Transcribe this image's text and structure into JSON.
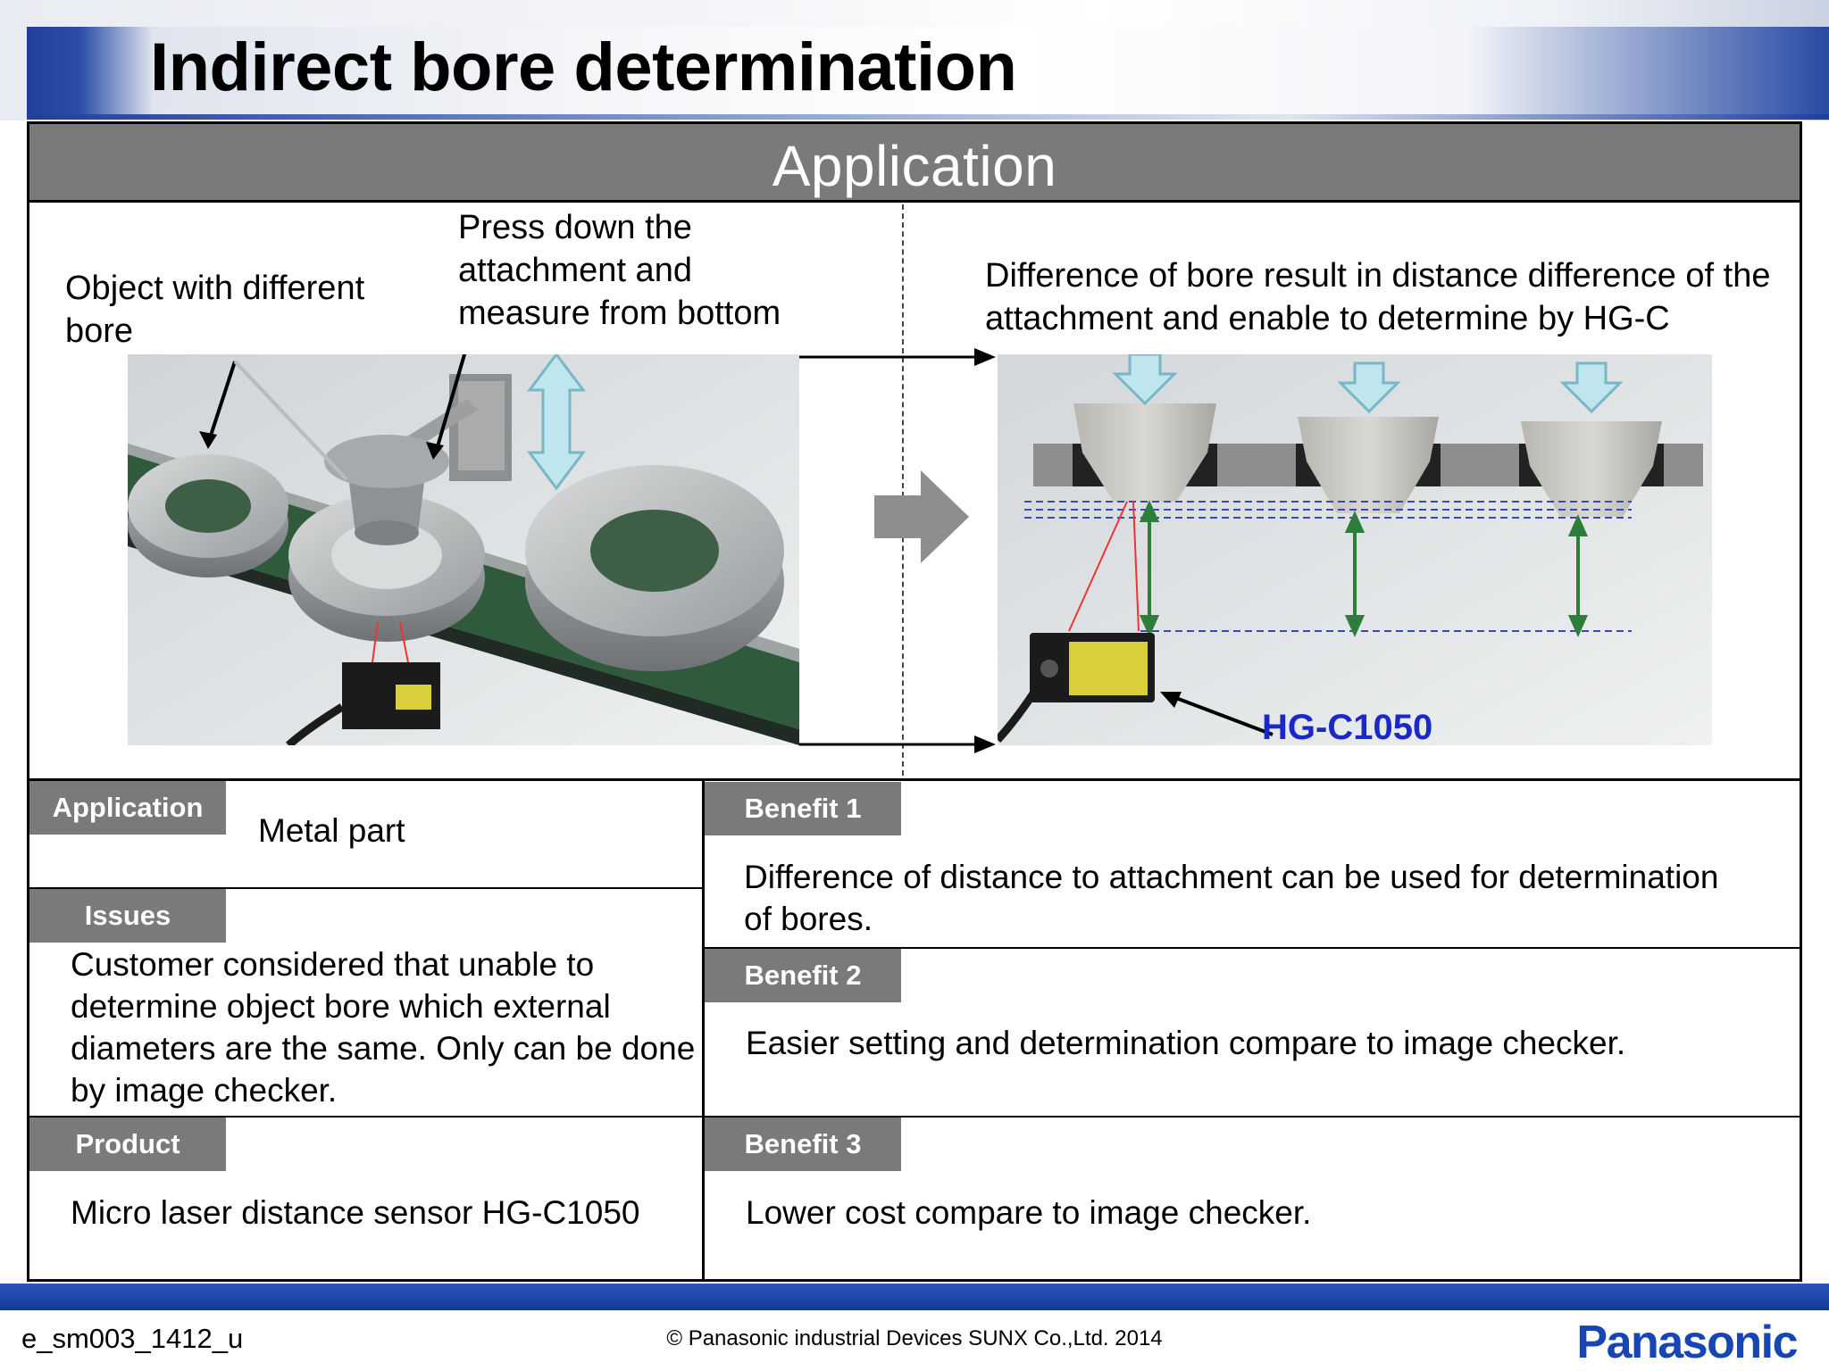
{
  "title": "Indirect bore determination",
  "section_header": "Application",
  "captions": {
    "object": "Object with different bore",
    "press": "Press down the attachment and measure from bottom",
    "difference": "Difference of bore result in distance difference of the attachment and enable to determine by HG-C"
  },
  "model_label": "HG-C1050",
  "grid": {
    "application": {
      "tag": "Application",
      "text": "Metal part"
    },
    "issues": {
      "tag": "Issues",
      "text": "Customer considered that unable to determine object bore which external diameters are the same.  Only can be done by image checker."
    },
    "product": {
      "tag": "Product",
      "text": "Micro laser distance sensor  HG-C1050"
    },
    "benefit1": {
      "tag": "Benefit 1",
      "text": "Difference of distance to attachment can be used for determination of bores."
    },
    "benefit2": {
      "tag": "Benefit 2",
      "text": "Easier setting and determination compare to image checker."
    },
    "benefit3": {
      "tag": "Benefit 3",
      "text": "Lower cost compare to image checker."
    }
  },
  "footer": {
    "doc_code": "e_sm003_1412_u",
    "copyright": "© Panasonic industrial Devices SUNX Co.,Ltd. 2014",
    "brand": "Panasonic"
  },
  "colors": {
    "tag_gray": "#7a7a7a",
    "brand_blue": "#1546b4",
    "model_blue": "#1a28c8",
    "footer_blue": "#1e46a8",
    "measure_green": "#2e7d3a",
    "down_arrow": "#bfe6ee"
  },
  "icons": [
    "right-arrow-icon",
    "down-arrow-icon",
    "double-arrow-icon",
    "laser-sensor-icon"
  ]
}
